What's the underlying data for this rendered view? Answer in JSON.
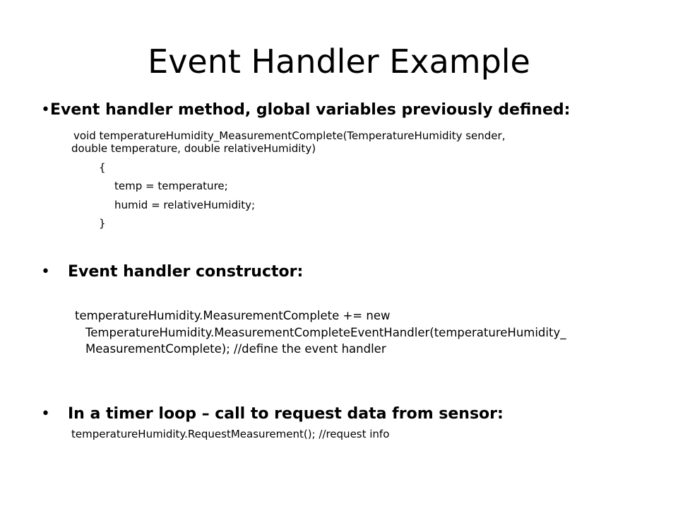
{
  "slide": {
    "title": "Event Handler Example",
    "bullet_symbol": "•",
    "bullets": [
      {
        "heading": "Event handler method, global variables previously defined:",
        "code_lines": [
          "void temperatureHumidity_MeasurementComplete(TemperatureHumidity sender,",
          "double temperature, double relativeHumidity)",
          "{",
          "temp = temperature;",
          "humid = relativeHumidity;",
          "}"
        ]
      },
      {
        "heading": "Event handler constructor:",
        "code_lines": [
          "temperatureHumidity.MeasurementComplete += new",
          "TemperatureHumidity.MeasurementCompleteEventHandler(temperatureHumidity_",
          "MeasurementComplete);  //define the event handler"
        ]
      },
      {
        "heading": "In a timer loop – call to request data from sensor:",
        "code_lines": [
          "temperatureHumidity.RequestMeasurement();  //request info"
        ]
      }
    ]
  }
}
